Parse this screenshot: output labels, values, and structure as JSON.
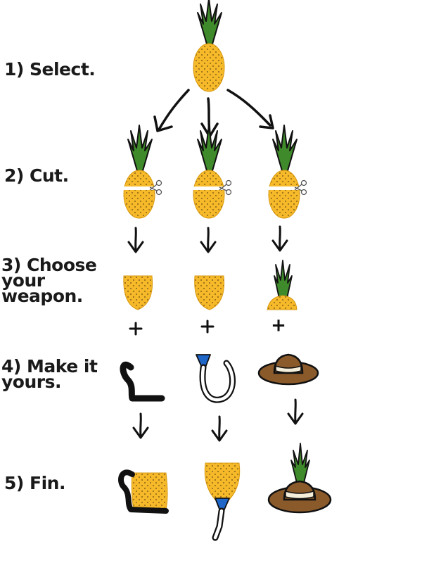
{
  "steps": [
    {
      "lines": [
        "1) Select."
      ]
    },
    {
      "lines": [
        "2) Cut."
      ]
    },
    {
      "lines": [
        "3) Choose",
        "your",
        "weapon."
      ]
    },
    {
      "lines": [
        "4) Make it",
        "yours."
      ]
    },
    {
      "lines": [
        "5) Fin."
      ]
    }
  ],
  "plus_sign": "+",
  "colors": {
    "pineapple_body": "#f5b92a",
    "pineapple_dots": "#6b4a10",
    "leaves": "#3f8a2a",
    "ink": "#111111",
    "hat_brown": "#8b5a2b",
    "hat_band": "#f4eedb",
    "funnel_blue": "#1f66c9"
  }
}
